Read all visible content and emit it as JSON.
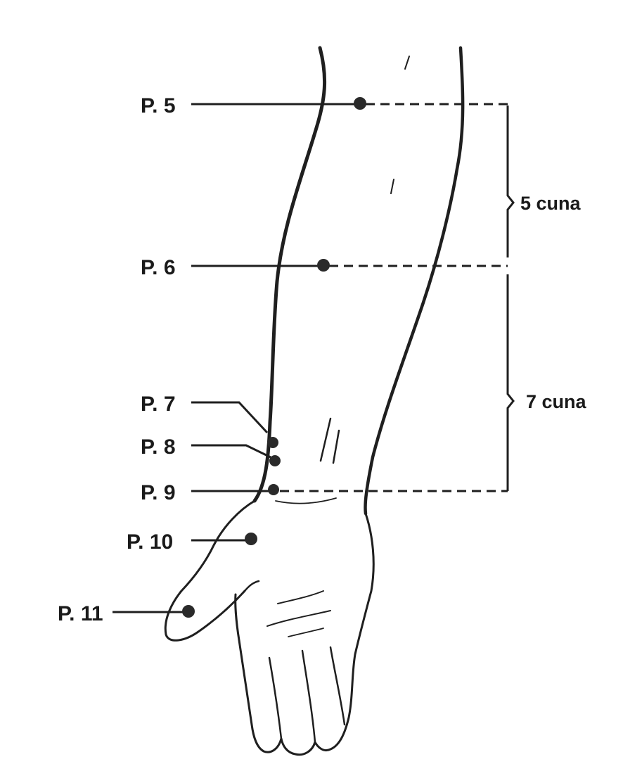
{
  "points": [
    {
      "id": "p5",
      "label": "P. 5"
    },
    {
      "id": "p6",
      "label": "P. 6"
    },
    {
      "id": "p7",
      "label": "P. 7"
    },
    {
      "id": "p8",
      "label": "P. 8"
    },
    {
      "id": "p9",
      "label": "P. 9"
    },
    {
      "id": "p10",
      "label": "P. 10"
    },
    {
      "id": "p11",
      "label": "P. 11"
    }
  ],
  "spans": [
    {
      "id": "span-upper",
      "label": "5 cuna"
    },
    {
      "id": "span-lower",
      "label": "7 cuna"
    }
  ],
  "colors": {
    "ink": "#1f1f1f",
    "background": "#ffffff"
  }
}
